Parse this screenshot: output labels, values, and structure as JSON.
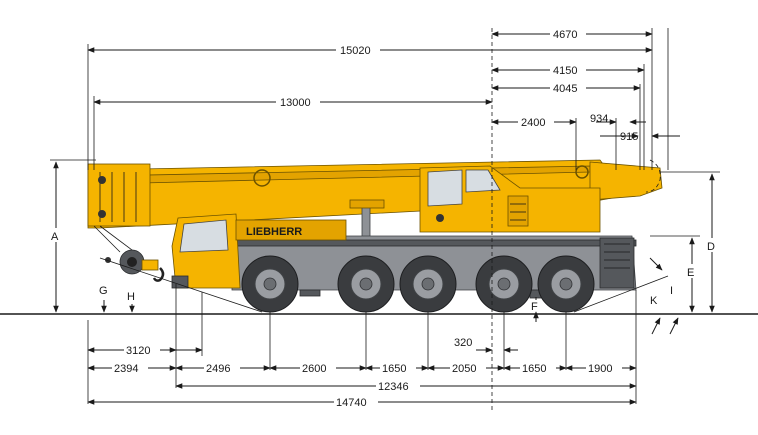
{
  "dimensions": {
    "top": [
      "15020",
      "4670",
      "4150",
      "4045",
      "13000",
      "2400",
      "934",
      "915"
    ],
    "bottom": [
      "3120",
      "320",
      "2394",
      "2496",
      "2600",
      "1650",
      "2050",
      "1650",
      "1900",
      "12346",
      "14740"
    ],
    "letters": [
      "A",
      "D",
      "E",
      "G",
      "H",
      "F",
      "K",
      "I"
    ]
  },
  "branding": {
    "logo": "LIEBHERR"
  },
  "colors": {
    "crane_yellow": "#f5b400",
    "chassis_grey": "#8e9196",
    "tire": "#3a3c3f"
  }
}
